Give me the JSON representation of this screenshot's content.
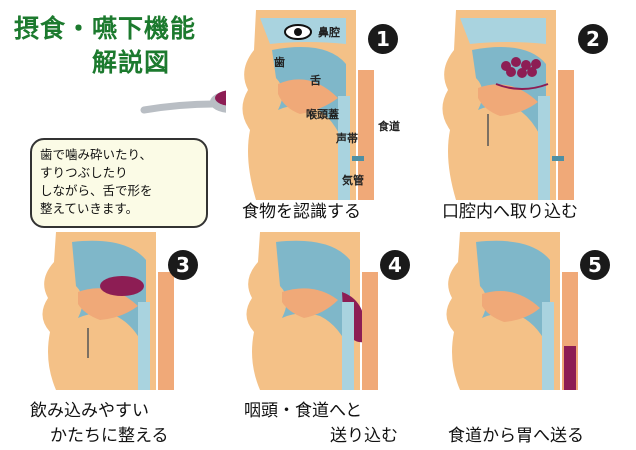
{
  "title": {
    "line1": "摂食・嚥下機能",
    "line2": "解説図"
  },
  "colors": {
    "skin": "#f4c187",
    "cavity": "#a9d3df",
    "tissue": "#7fb7c9",
    "food": "#8d1d54",
    "title": "#1c7a2e"
  },
  "panels": [
    {
      "number": "1",
      "caption": "食物を認識する",
      "labels": {
        "nasal": "鼻腔",
        "teeth": "歯",
        "tongue": "舌",
        "pharynx": "喉頭蓋",
        "vocal": "声帯",
        "esophagus": "食道",
        "trachea": "気管"
      }
    },
    {
      "number": "2",
      "caption": "口腔内へ取り込む"
    },
    {
      "number": "3",
      "caption_line1": "飲み込みやすい",
      "caption_line2": "かたちに整える",
      "bubble": [
        "歯で噛み砕いたり、",
        "すりつぶしたり",
        "しながら、舌で形を",
        "整えていきます。"
      ]
    },
    {
      "number": "4",
      "caption_line1": "咽頭・食道へと",
      "caption_line2": "送り込む"
    },
    {
      "number": "5",
      "caption": "食道から胃へ送る"
    }
  ],
  "icons": {
    "eye": "eye-icon",
    "spoon": "spoon-icon"
  }
}
